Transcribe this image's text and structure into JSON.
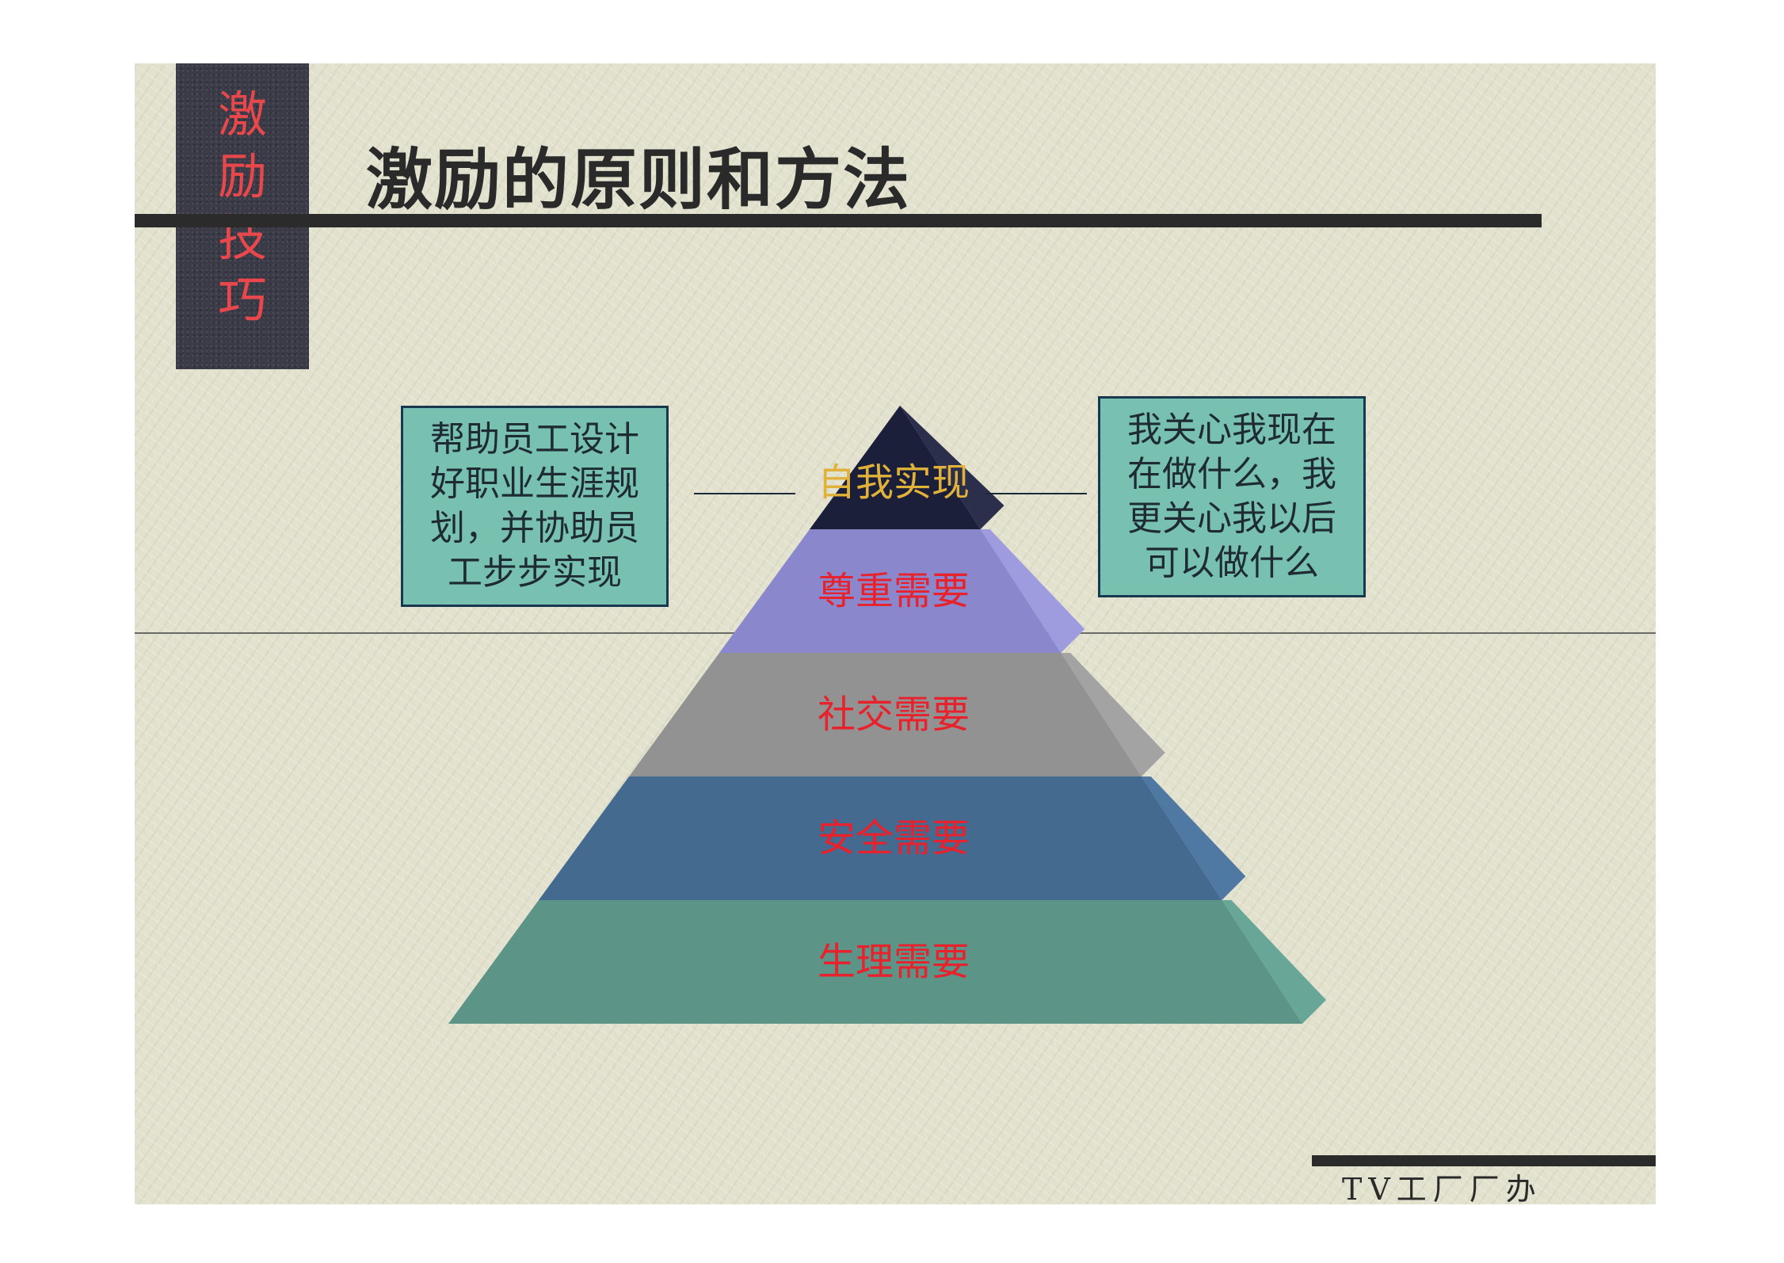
{
  "slide": {
    "side_tab_chars": [
      "激",
      "励",
      "技",
      "巧"
    ],
    "title": "激励的原则和方法",
    "footer": "TV工厂厂办"
  },
  "callouts": {
    "left_lines": [
      "帮助员工设计",
      "好职业生涯规",
      "划，并协助员",
      "工步步实现"
    ],
    "right_lines": [
      "我关心我现在",
      "在做什么，我",
      "更关心我以后",
      "可以做什么"
    ]
  },
  "pyramid": {
    "tiers": [
      {
        "label": "自我实现",
        "face": "#1c1f3a",
        "side": "#2c2f4c",
        "text_color": "#e1b23a"
      },
      {
        "label": "尊重需要",
        "face": "#8a87cd",
        "side": "#9e9bdf",
        "text_color": "#e8222c"
      },
      {
        "label": "社交需要",
        "face": "#929292",
        "side": "#a3a3a3",
        "text_color": "#e8222c"
      },
      {
        "label": "安全需要",
        "face": "#456a8f",
        "side": "#4f78a2",
        "text_color": "#e8222c"
      },
      {
        "label": "生理需要",
        "face": "#5c9487",
        "side": "#68a697",
        "text_color": "#e8222c"
      }
    ]
  },
  "colors": {
    "side_tab_bg": "#3b3b48",
    "side_tab_text": "#e8484b",
    "callout_bg": "#78c1b1",
    "callout_border": "#17384f",
    "rule": "#2b2b2b"
  }
}
